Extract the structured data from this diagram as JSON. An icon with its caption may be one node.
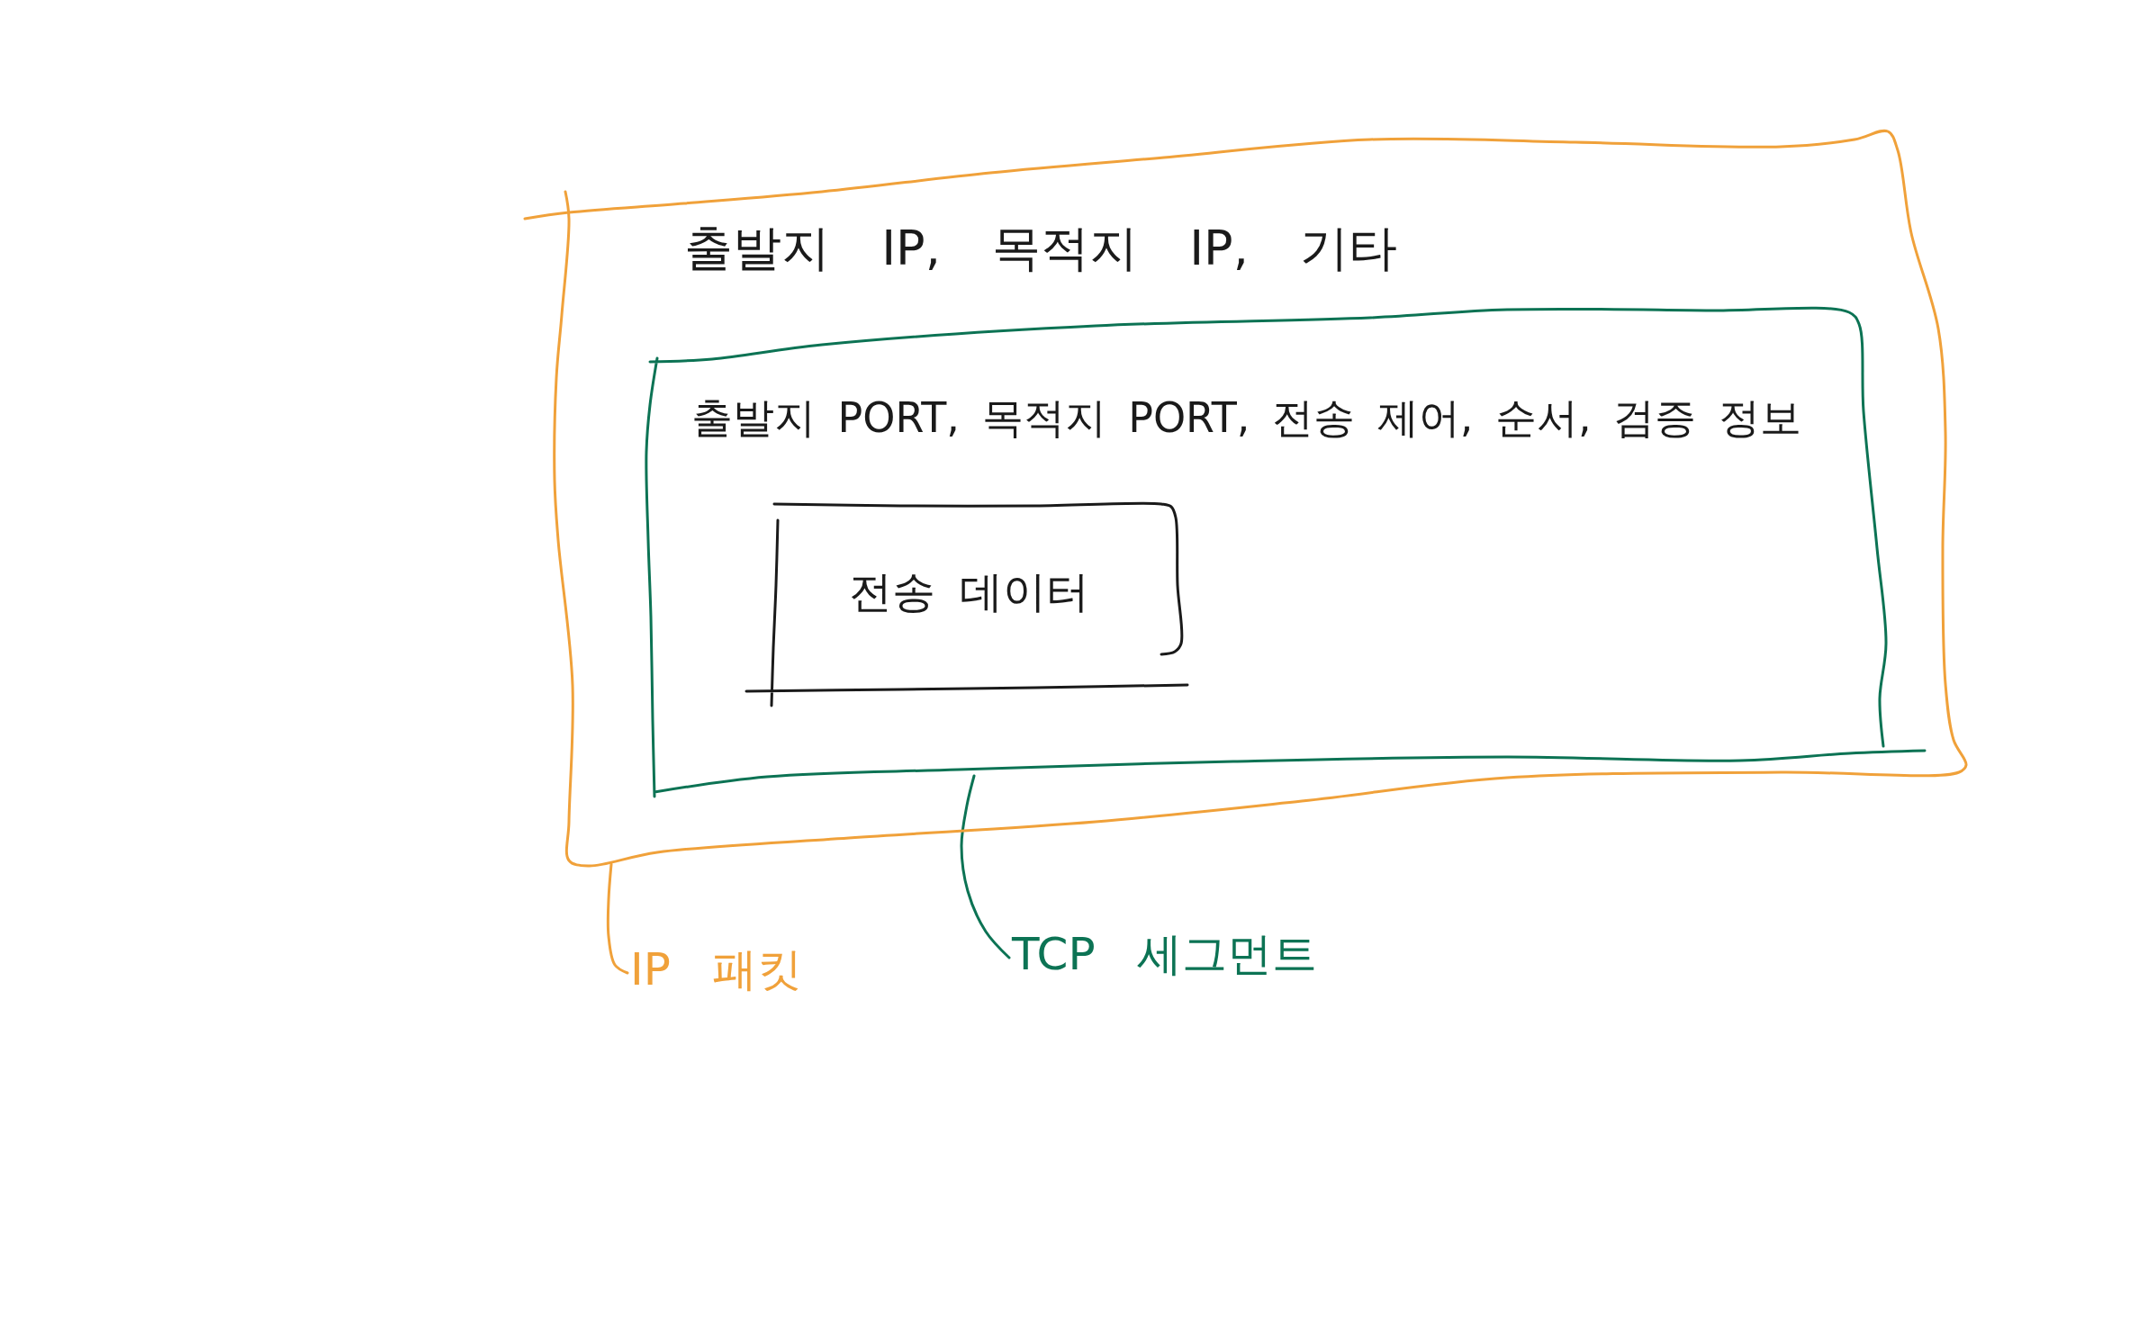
{
  "diagram": {
    "nodes": [
      {
        "text": [
          "출발지 IP, 목적지 IP, 기타"
        ]
      },
      {
        "text": [
          "출발지 PORT, 목적지 PORT, 전송 제어, 순서, 검증 정보"
        ],
        "in": 0
      },
      {
        "text": [
          "전송 데이터"
        ],
        "in": 1
      },
      {
        "text": [
          "IP 패킷"
        ]
      },
      {
        "text": [
          "TCP 세그먼트"
        ]
      }
    ],
    "edges": [
      {
        "from": 3,
        "to": 0,
        "arrow": "none",
        "color": "#f0a13a"
      },
      {
        "from": 4,
        "to": 1,
        "arrow": "none",
        "color": "#0c7354"
      }
    ]
  }
}
